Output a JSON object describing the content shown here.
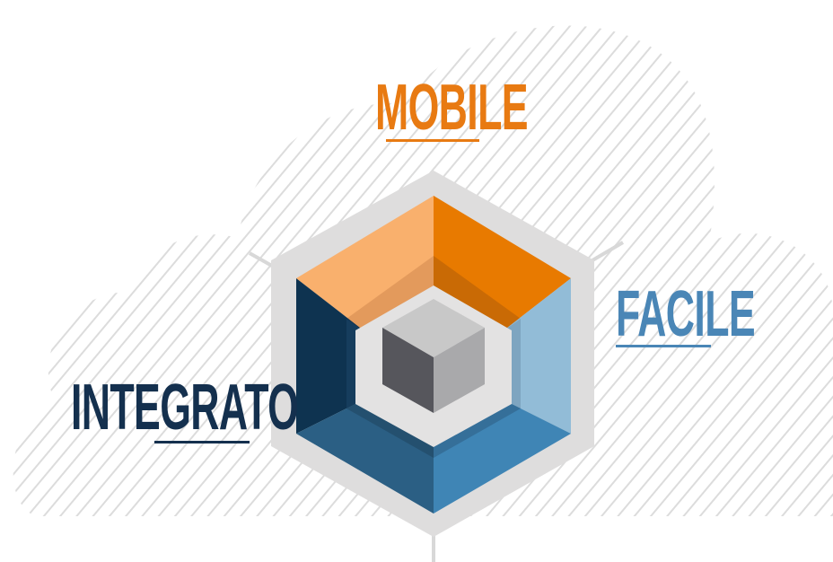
{
  "labels": {
    "mobile": "MOBILE",
    "facile": "FACILE",
    "integrato": "INTEGRATO"
  },
  "colors": {
    "mobile": "#e87a12",
    "facile": "#4a86b6",
    "integrato": "#14304e",
    "cloud_hatch": "#d9d9d9",
    "hex_frame": "#dedddd",
    "orange_light": "#f9b06d",
    "orange_dark": "#e87a00",
    "blue_light": "#92bcd7",
    "blue_mid": "#3f85b5",
    "navy": "#0e3350",
    "cube_top": "#c8c8c8",
    "cube_left": "#56565c",
    "cube_right": "#a9a9ab"
  },
  "icons": [
    "cloud-background",
    "hexagon-cube-logo"
  ]
}
